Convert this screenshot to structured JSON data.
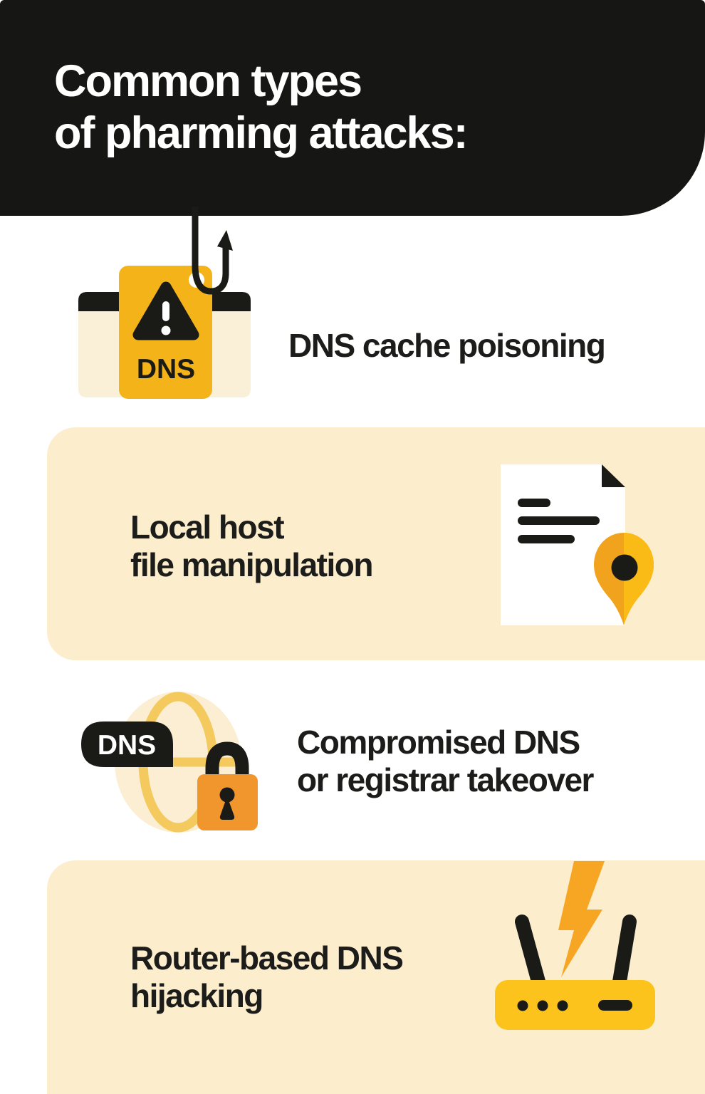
{
  "header": {
    "title": [
      "Common types",
      "of pharming attacks:"
    ]
  },
  "items": [
    {
      "id": "dns-cache-poisoning",
      "lines": [
        "DNS cache poisoning",
        ""
      ]
    },
    {
      "id": "local-host-file-manipulation",
      "lines": [
        "Local host",
        "file manipulation"
      ]
    },
    {
      "id": "compromised-dns-registrar",
      "lines": [
        "Compromised DNS",
        "or registrar takeover"
      ]
    },
    {
      "id": "router-based-dns-hijacking",
      "lines": [
        "Router-based DNS",
        "hijacking"
      ]
    }
  ],
  "icon_text": {
    "dns_file_tag": "DNS",
    "dns_pill": "DNS"
  },
  "colors": {
    "header_black": "#161614",
    "ink_black": "#1A1A17",
    "text_black": "#1C1C1A",
    "card_cream": "#FCEECD",
    "browser_body_cream": "#FAF0D8",
    "tag_yellow": "#F5B31A",
    "router_yellow": "#FCC31D",
    "bolt_orange": "#F6A623",
    "lock_orange": "#F0962D",
    "pin_orange_dark": "#F2A31E",
    "pin_orange_light": "#FBBB16",
    "globe_fill": "#FBEED3",
    "globe_stroke": "#F4CA5F",
    "white": "#FFFFFF"
  }
}
